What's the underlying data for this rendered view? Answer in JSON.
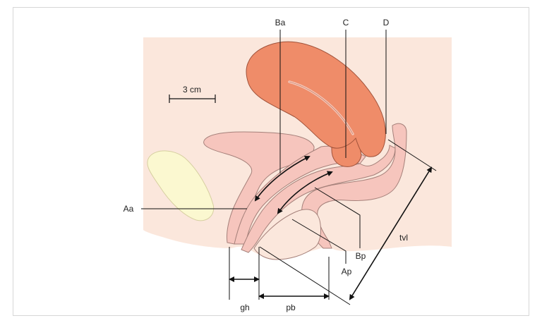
{
  "diagram": {
    "scale_bar_label": "3 cm",
    "labels": {
      "Ba": "Ba",
      "C": "C",
      "D": "D",
      "Aa": "Aa",
      "Bp": "Bp",
      "Ap": "Ap",
      "tvl": "tvl",
      "gh": "gh",
      "pb": "pb"
    },
    "colors": {
      "background_tissue": "#fbe7dc",
      "organ_pink": "#f6c5bd",
      "uterus": "#ef8c69",
      "pubic_bone": "#fbf8d0",
      "outline": "#a5807a",
      "line": "#111111"
    }
  }
}
